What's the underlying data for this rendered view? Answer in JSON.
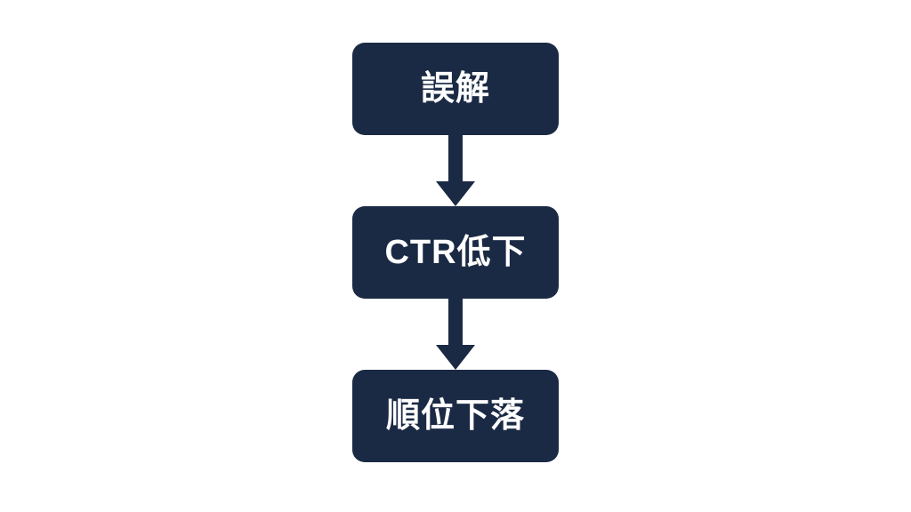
{
  "page": {
    "background": "#ffffff"
  },
  "colors": {
    "node_fill": "#1b2a44",
    "node_text": "#ffffff",
    "arrow": "#1b2a44"
  },
  "chart_data": {
    "type": "table",
    "title": "",
    "note": "vertical flowchart of three stages"
  },
  "flowchart": {
    "orientation": "vertical",
    "nodes": [
      {
        "id": "misunderstanding",
        "label": "誤解"
      },
      {
        "id": "ctr-decline",
        "label": "CTR低下"
      },
      {
        "id": "ranking-drop",
        "label": "順位下落"
      }
    ],
    "connectors": [
      {
        "from": "misunderstanding",
        "to": "ctr-decline",
        "direction": "down"
      },
      {
        "from": "ctr-decline",
        "to": "ranking-drop",
        "direction": "down"
      }
    ]
  }
}
